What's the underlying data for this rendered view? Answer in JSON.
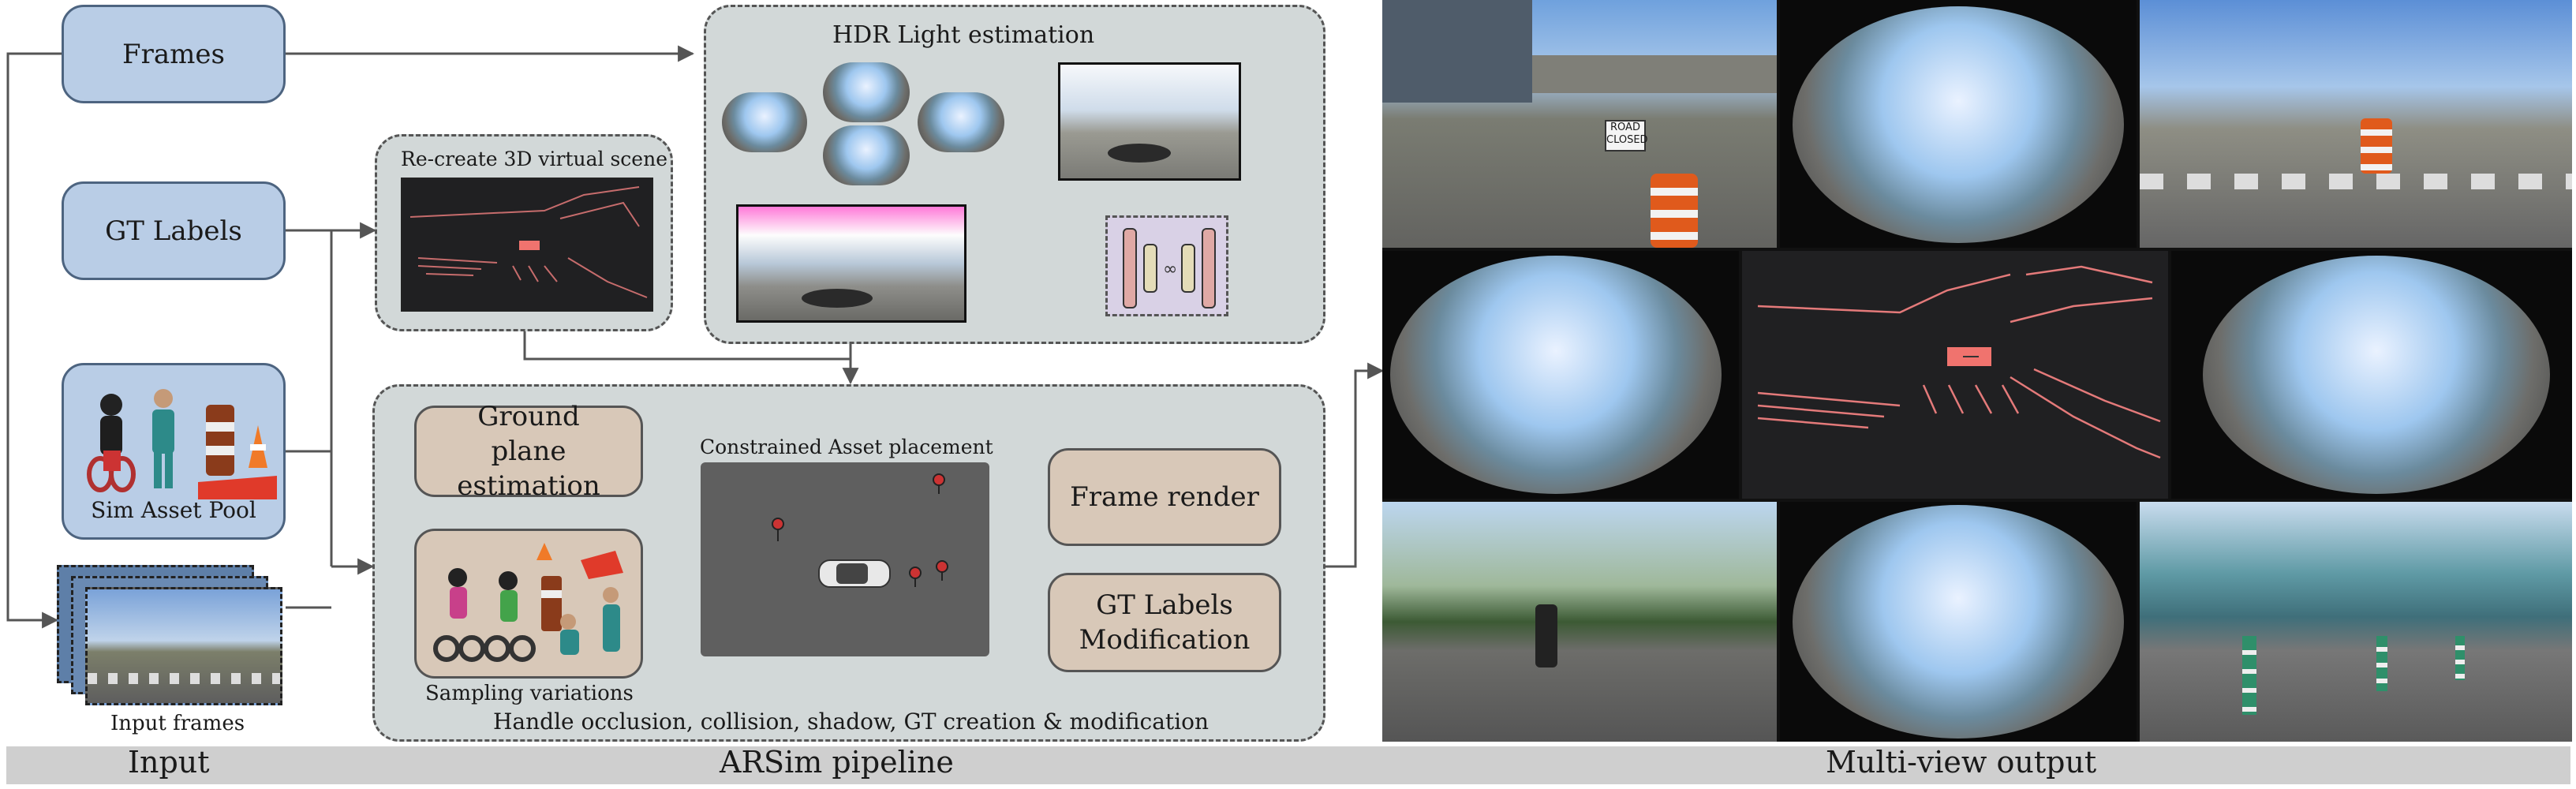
{
  "input": {
    "frames_label": "Frames",
    "gt_labels_label": "GT Labels",
    "asset_pool_label": "Sim Asset Pool",
    "input_frames_label": "Input frames"
  },
  "recreate": {
    "title": "Re-create 3D virtual scene"
  },
  "hdr": {
    "title": "HDR Light estimation"
  },
  "pipeline": {
    "ground_plane": "Ground plane estimation",
    "sampling_label": "Sampling variations",
    "placement_title": "Constrained Asset placement",
    "frame_render": "Frame render",
    "gt_mod": "GT Labels Modification",
    "footer": "Handle occlusion, collision, shadow, GT creation & modification"
  },
  "output": {
    "road_sign": "ROAD CLOSED"
  },
  "bottom": {
    "input": "Input",
    "pipeline": "ARSim pipeline",
    "output": "Multi-view output"
  },
  "colors": {
    "blue_box": "#b9cde6",
    "tan_box": "#d8c8b8",
    "panel": "#d2d8d8",
    "lane_marking": "#e47a7a",
    "ego_vehicle": "#f0736e"
  }
}
